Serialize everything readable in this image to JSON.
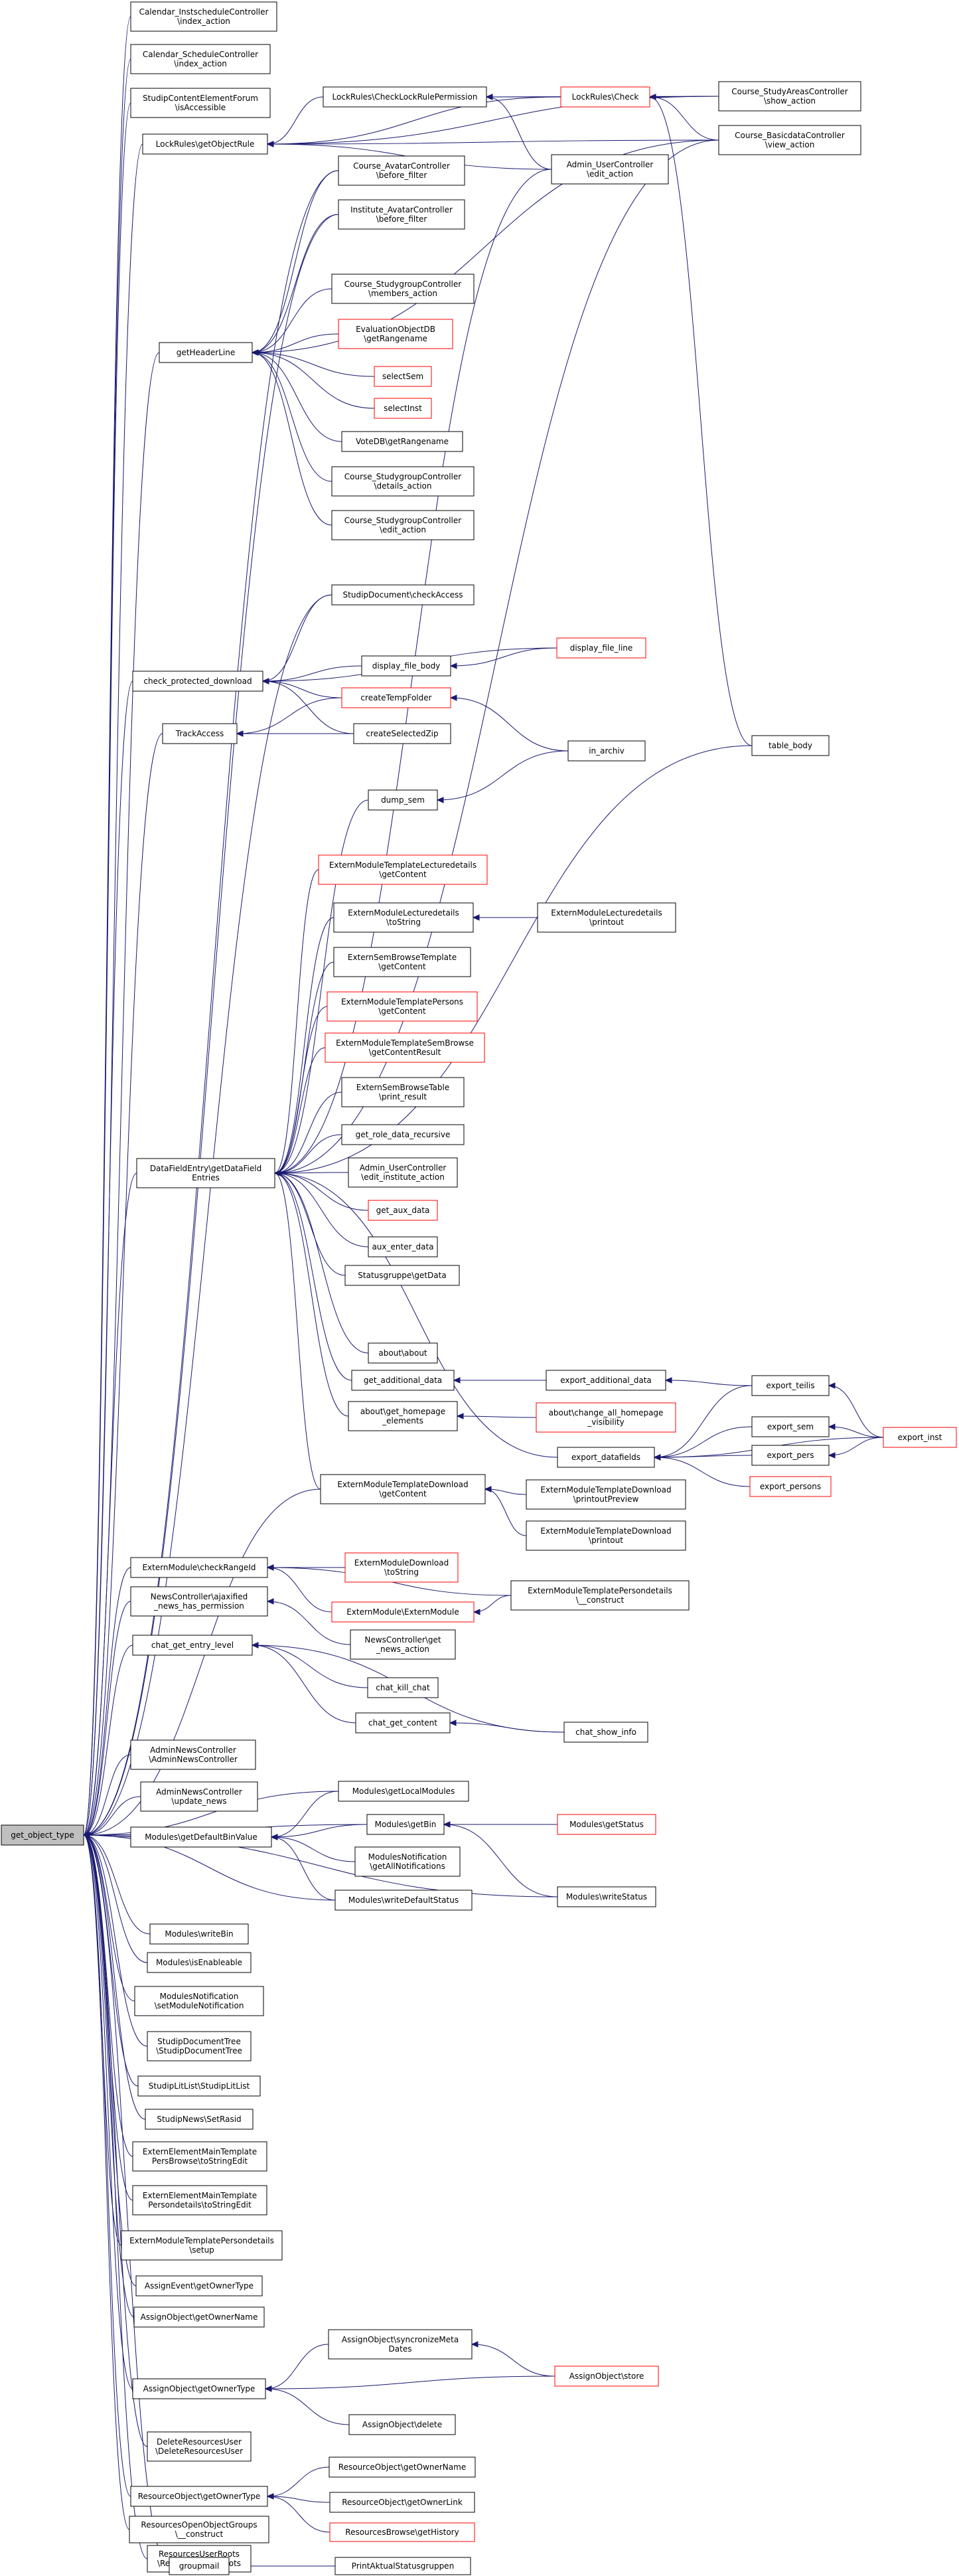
{
  "graph": {
    "root": "get_object_type",
    "colors": {
      "edge": "#191970",
      "node_border": "#000000",
      "missing_doc_border": "#ff0000",
      "root_fill": "#bfbfbf"
    },
    "nodes": {
      "n0": [
        "get_object_type"
      ],
      "n1": [
        "Calendar_InstscheduleController",
        "\\index_action"
      ],
      "n2": [
        "Calendar_ScheduleController",
        "\\index_action"
      ],
      "n3": [
        "StudipContentElementForum",
        "\\isAccessible"
      ],
      "n4": [
        "LockRules\\getObjectRule"
      ],
      "n5": [
        "LockRules\\CheckLockRulePermission"
      ],
      "n6": [
        "LockRules\\Check"
      ],
      "n7": [
        "Course_StudyAreasController",
        "\\show_action"
      ],
      "n8": [
        "Course_BasicdataController",
        "\\view_action"
      ],
      "n9": [
        "Admin_UserController",
        "\\edit_action"
      ],
      "n10": [
        "Course_AvatarController",
        "\\before_filter"
      ],
      "n11": [
        "Institute_AvatarController",
        "\\before_filter"
      ],
      "n12": [
        "Course_StudygroupController",
        "\\members_action"
      ],
      "n13": [
        "getHeaderLine"
      ],
      "n14": [
        "EvaluationObjectDB",
        "\\getRangename"
      ],
      "n15": [
        "selectSem"
      ],
      "n16": [
        "selectInst"
      ],
      "n17": [
        "VoteDB\\getRangename"
      ],
      "n18": [
        "Course_StudygroupController",
        "\\details_action"
      ],
      "n19": [
        "Course_StudygroupController",
        "\\edit_action"
      ],
      "n20": [
        "StudipDocument\\checkAccess"
      ],
      "n21": [
        "check_protected_download"
      ],
      "n22": [
        "display_file_body"
      ],
      "n23": [
        "display_file_line"
      ],
      "n24": [
        "createTempFolder"
      ],
      "n25": [
        "TrackAccess"
      ],
      "n26": [
        "createSelectedZip"
      ],
      "n27": [
        "in_archiv"
      ],
      "n28": [
        "table_body"
      ],
      "n29": [
        "dump_sem"
      ],
      "n30": [
        "ExternModuleTemplateLecturedetails",
        "\\getContent"
      ],
      "n31": [
        "ExternModuleLecturedetails",
        "\\toString"
      ],
      "n32": [
        "ExternModuleLecturedetails",
        "\\printout"
      ],
      "n33": [
        "ExternSemBrowseTemplate",
        "\\getContent"
      ],
      "n34": [
        "ExternModuleTemplatePersons",
        "\\getContent"
      ],
      "n35": [
        "ExternModuleTemplateSemBrowse",
        "\\getContentResult"
      ],
      "n36": [
        "ExternSemBrowseTable",
        "\\print_result"
      ],
      "n37": [
        "get_role_data_recursive"
      ],
      "n38": [
        "DataFieldEntry\\getDataField",
        "Entries"
      ],
      "n39": [
        "Admin_UserController",
        "\\edit_institute_action"
      ],
      "n40": [
        "get_aux_data"
      ],
      "n41": [
        "aux_enter_data"
      ],
      "n42": [
        "Statusgruppe\\getData"
      ],
      "n43": [
        "about\\about"
      ],
      "n44": [
        "get_additional_data"
      ],
      "n45": [
        "export_additional_data"
      ],
      "n46": [
        "export_teilis"
      ],
      "n47": [
        "about\\get_homepage",
        "_elements"
      ],
      "n48": [
        "about\\change_all_homepage",
        "_visibility"
      ],
      "n49": [
        "export_sem"
      ],
      "n50": [
        "export_inst"
      ],
      "n51": [
        "export_datafields"
      ],
      "n52": [
        "export_pers"
      ],
      "n53": [
        "export_persons"
      ],
      "n54": [
        "ExternModuleTemplateDownload",
        "\\getContent"
      ],
      "n55": [
        "ExternModuleTemplateDownload",
        "\\printoutPreview"
      ],
      "n56": [
        "ExternModuleTemplateDownload",
        "\\printout"
      ],
      "n57": [
        "ExternModule\\checkRangeId"
      ],
      "n58": [
        "ExternModuleDownload",
        "\\toString"
      ],
      "n59": [
        "ExternModuleTemplatePersondetails",
        "\\__construct"
      ],
      "n60": [
        "ExternModule\\ExternModule"
      ],
      "n61": [
        "NewsController\\ajaxified",
        "_news_has_permission"
      ],
      "n62": [
        "NewsController\\get",
        "_news_action"
      ],
      "n63": [
        "chat_get_entry_level"
      ],
      "n64": [
        "chat_kill_chat"
      ],
      "n65": [
        "chat_get_content"
      ],
      "n66": [
        "chat_show_info"
      ],
      "n67": [
        "AdminNewsController",
        "\\AdminNewsController"
      ],
      "n68": [
        "AdminNewsController",
        "\\update_news"
      ],
      "n69": [
        "Modules\\getLocalModules"
      ],
      "n70": [
        "Modules\\getDefaultBinValue"
      ],
      "n71": [
        "Modules\\getBin"
      ],
      "n72": [
        "Modules\\getStatus"
      ],
      "n73": [
        "ModulesNotification",
        "\\getAllNotifications"
      ],
      "n74": [
        "Modules\\writeDefaultStatus"
      ],
      "n75": [
        "Modules\\writeStatus"
      ],
      "n76": [
        "Modules\\writeBin"
      ],
      "n77": [
        "Modules\\isEnableable"
      ],
      "n78": [
        "ModulesNotification",
        "\\setModuleNotification"
      ],
      "n79": [
        "StudipDocumentTree",
        "\\StudipDocumentTree"
      ],
      "n80": [
        "StudipLitList\\StudipLitList"
      ],
      "n81": [
        "StudipNews\\SetRasid"
      ],
      "n82": [
        "ExternElementMainTemplate",
        "PersBrowse\\toStringEdit"
      ],
      "n83": [
        "ExternElementMainTemplate",
        "Persondetails\\toStringEdit"
      ],
      "n84": [
        "ExternModuleTemplatePersondetails",
        "\\setup"
      ],
      "n85": [
        "AssignEvent\\getOwnerType"
      ],
      "n86": [
        "AssignObject\\getOwnerName"
      ],
      "n87": [
        "AssignObject\\syncronizeMeta",
        "Dates"
      ],
      "n88": [
        "AssignObject\\store"
      ],
      "n89": [
        "AssignObject\\getOwnerType"
      ],
      "n90": [
        "AssignObject\\delete"
      ],
      "n91": [
        "DeleteResourcesUser",
        "\\DeleteResourcesUser"
      ],
      "n92": [
        "ResourceObject\\getOwnerName"
      ],
      "n93": [
        "ResourceObject\\getOwnerType"
      ],
      "n94": [
        "ResourceObject\\getOwnerLink"
      ],
      "n95": [
        "ResourcesBrowse\\getHistory"
      ],
      "n96": [
        "ResourcesOpenObjectGroups",
        "\\__construct"
      ],
      "n97": [
        "ResourcesUserRoots",
        "\\ResourcesUserRoots"
      ],
      "n98": [
        "groupmail"
      ],
      "n99": [
        "PrintAktualStatusgruppen"
      ]
    }
  }
}
